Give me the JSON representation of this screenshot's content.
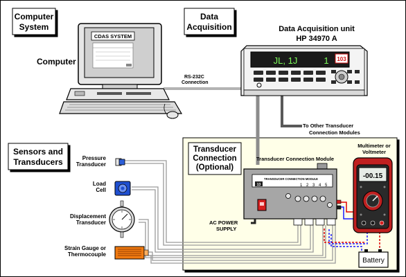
{
  "sections": {
    "computer_system": [
      "Computer",
      "System"
    ],
    "data_acquisition": [
      "Data",
      "Acquisition"
    ],
    "sensors": [
      "Sensors  and",
      "Transducers"
    ],
    "transducer_connection": [
      "Transducer",
      "Connection",
      "(Optional)"
    ]
  },
  "computer": {
    "label": "Computer",
    "screen_title": "CDAS SYSTEM"
  },
  "daq": {
    "title_line1": "Data Acquisition unit",
    "title_line2": "HP 34970 A",
    "display_left": "JL, 1J",
    "display_right": "1",
    "display_badge": "103"
  },
  "connections": {
    "rs232": [
      "RS-232C",
      "Connection"
    ],
    "other_modules": [
      "To Other Transducer",
      "Connection Modules"
    ],
    "tcm_label": "Transducer Connection Module",
    "tcm_panel_text": "TRANSDUCER CONNECTION MODULE",
    "tcm_channel": "13",
    "tcm_numbers": [
      "1",
      "2",
      "3",
      "4",
      "5"
    ],
    "ac_power": [
      "AC POWER",
      "SUPPLY"
    ]
  },
  "sensors": {
    "pressure": [
      "Pressure",
      "Transducer"
    ],
    "load": [
      "Load",
      "Cell"
    ],
    "displacement": [
      "Displacement",
      "Transducer"
    ],
    "strain": [
      "Strain Gauge or",
      "Thermocouple"
    ]
  },
  "multimeter": {
    "label": [
      "Multimeter or",
      "Voltmeter"
    ],
    "reading": "-00.15"
  },
  "battery": {
    "label": "Battery"
  },
  "colors": {
    "cable": "#8c8c8c",
    "cable_light": "#b3b3b3",
    "cable_dark": "#595959",
    "red_wire": "#e00000",
    "blue_wire": "#1a1aff",
    "display_green": "#7dff5a",
    "meter_red": "#c02020",
    "strain_orange": "#f07a10",
    "load_blue": "#1f4fd0"
  }
}
